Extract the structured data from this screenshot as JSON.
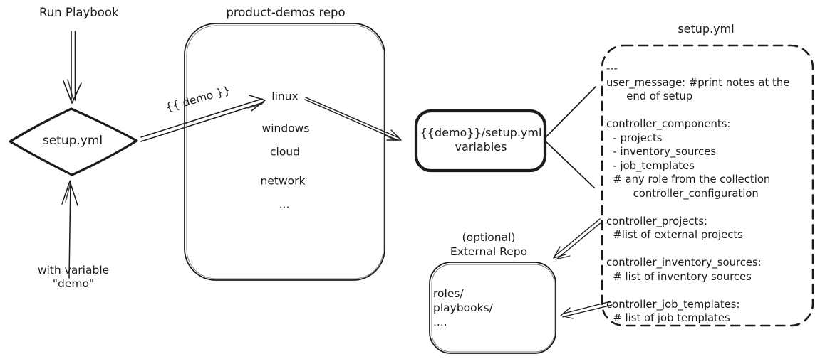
{
  "colors": {
    "stroke": "#1b1b1b",
    "background": "#ffffff"
  },
  "labels": {
    "run_playbook": "Run Playbook",
    "with_variable": [
      "with variable",
      "\"demo\""
    ],
    "demo_arrow": "{{ demo }}"
  },
  "diamond": {
    "label": "setup.yml"
  },
  "repo": {
    "title": "product-demos repo",
    "items": [
      "linux",
      "windows",
      "cloud",
      "network",
      "..."
    ]
  },
  "variables_box": {
    "lines": [
      "{{demo}}/setup.yml",
      "variables"
    ]
  },
  "setup_yml": {
    "title": "setup.yml",
    "content": [
      "---",
      "user_message: #print notes at the",
      "      end of setup",
      "",
      "controller_components:",
      "  - projects",
      "  - inventory_sources",
      "  - job_templates",
      "  # any role from the collection",
      "        controller_configuration",
      "",
      "controller_projects:",
      "  #list of external projects",
      "",
      "controller_inventory_sources:",
      "  # list of inventory sources",
      "",
      "controller_job_templates:",
      "  # list of job templates"
    ]
  },
  "external_repo": {
    "title": [
      "(optional)",
      "External Repo"
    ],
    "content": [
      "roles/",
      "playbooks/",
      "...."
    ]
  }
}
